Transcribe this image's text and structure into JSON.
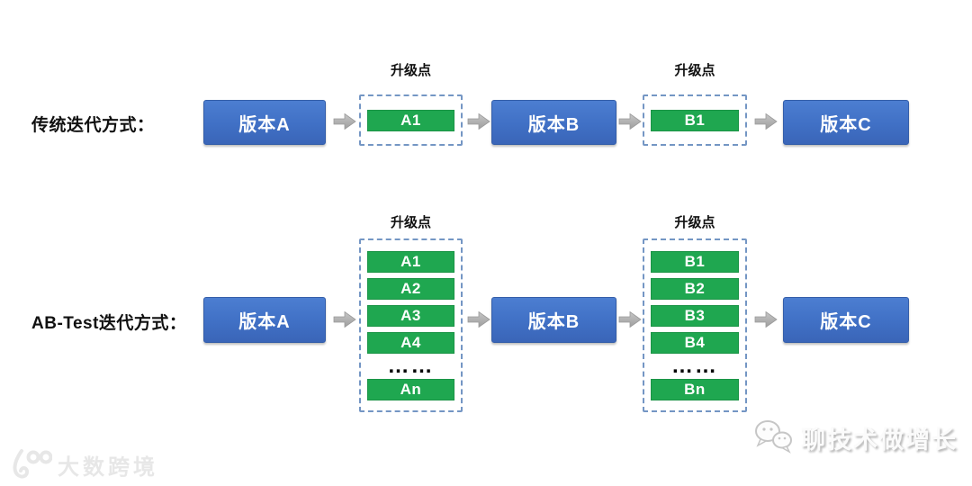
{
  "rows": [
    {
      "label": "传统迭代方式：",
      "versions": [
        "版本A",
        "版本B",
        "版本C"
      ],
      "upgrade_points": [
        {
          "title": "升级点",
          "items": [
            "A1"
          ]
        },
        {
          "title": "升级点",
          "items": [
            "B1"
          ]
        }
      ]
    },
    {
      "label": "AB-Test迭代方式：",
      "versions": [
        "版本A",
        "版本B",
        "版本C"
      ],
      "upgrade_points": [
        {
          "title": "升级点",
          "items": [
            "A1",
            "A2",
            "A3",
            "A4",
            "……",
            "An"
          ]
        },
        {
          "title": "升级点",
          "items": [
            "B1",
            "B2",
            "B3",
            "B4",
            "……",
            "Bn"
          ]
        }
      ]
    }
  ],
  "watermarks": {
    "bottom_left": "大数跨境",
    "bottom_right": "聊技术做增长"
  },
  "colors": {
    "version_blue": "#4070c5",
    "upgrade_green": "#1fa750",
    "dashed_border": "#7496c4",
    "arrow_gray": "#ababab"
  }
}
